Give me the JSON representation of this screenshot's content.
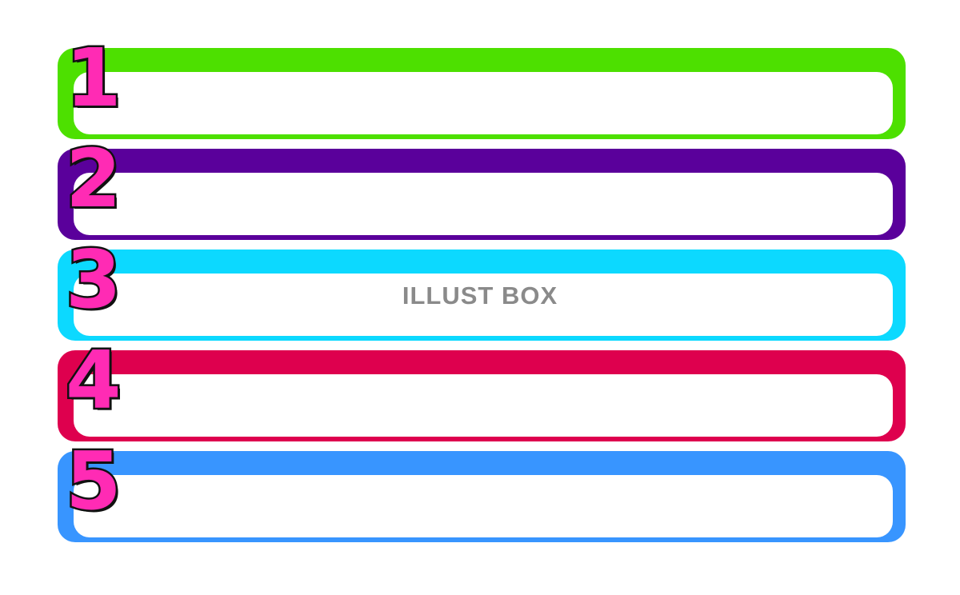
{
  "frames": [
    {
      "number": "1",
      "color": "#4de000"
    },
    {
      "number": "2",
      "color": "#5a009b"
    },
    {
      "number": "3",
      "color": "#0cd9ff"
    },
    {
      "number": "4",
      "color": "#de004e"
    },
    {
      "number": "5",
      "color": "#3895ff"
    }
  ],
  "number_fill_color": "#ff2bb4",
  "number_outline_color": "#111111",
  "watermark": "ILLUST BOX"
}
